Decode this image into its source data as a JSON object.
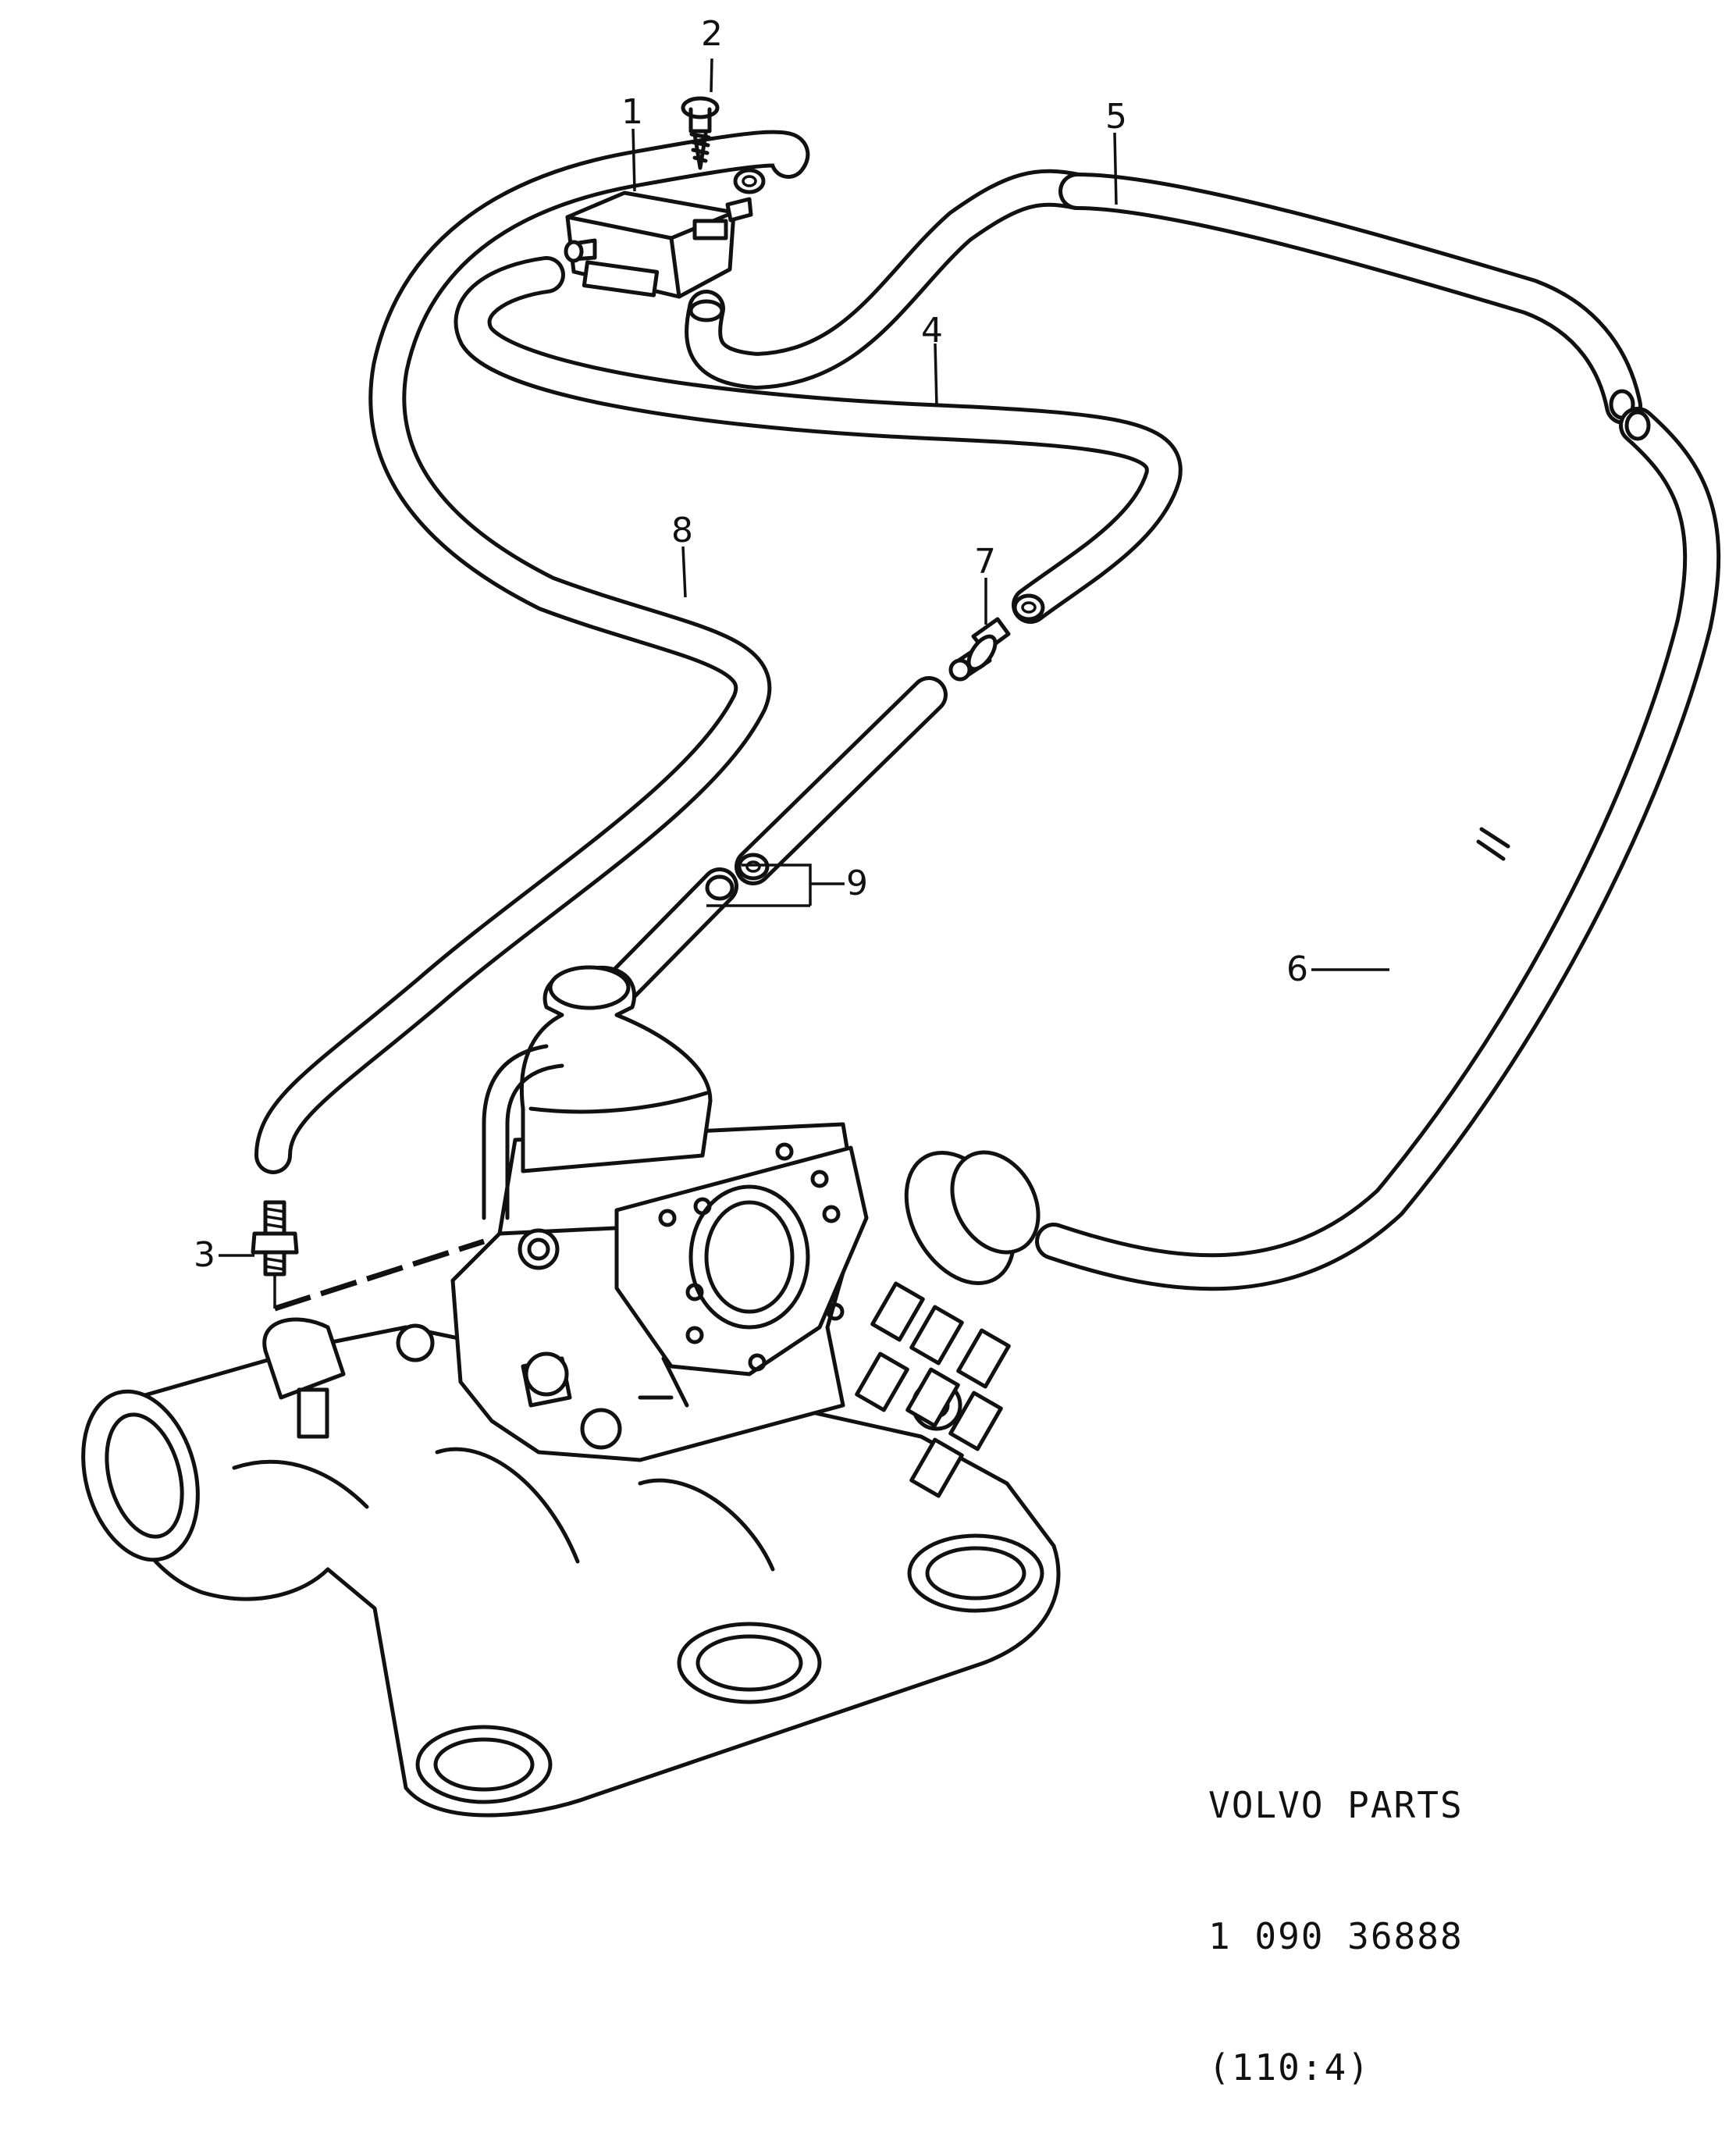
{
  "callouts": {
    "c1": "1",
    "c2": "2",
    "c3": "3",
    "c4": "4",
    "c5": "5",
    "c6": "6",
    "c7": "7",
    "c8": "8",
    "c9": "9"
  },
  "footer": {
    "line1": "VOLVO PARTS",
    "line2": "1 090 36888",
    "line3": "(110:4)"
  }
}
